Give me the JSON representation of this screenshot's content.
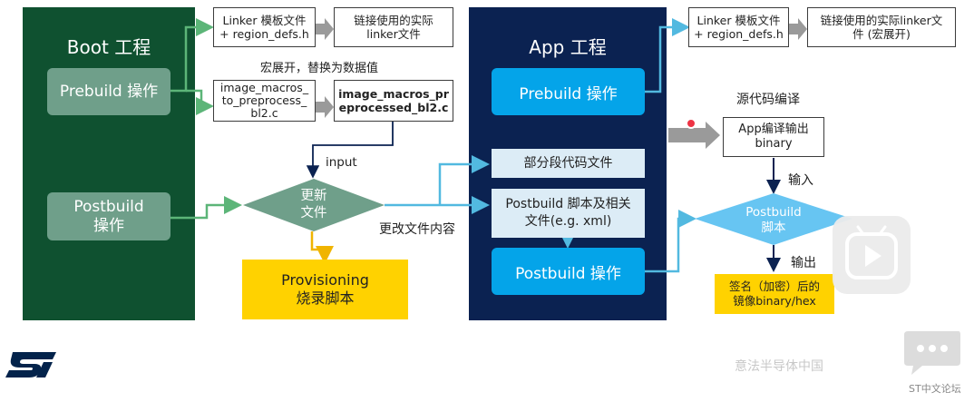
{
  "boot": {
    "title": "Boot 工程",
    "prebuild": "Prebuild 操作",
    "postbuild_line1": "Postbuild",
    "postbuild_line2": "操作"
  },
  "app": {
    "title": "App 工程",
    "prebuild": "Prebuild 操作",
    "postbuild": "Postbuild 操作"
  },
  "boot_linker": {
    "template_line1": "Linker 模板文件",
    "template_line2": "+ region_defs.h",
    "actual_line1": "链接使用的实际",
    "actual_line2": "linker文件"
  },
  "app_linker": {
    "template_line1": "Linker 模板文件",
    "template_line2": "+ region_defs.h",
    "actual_line1": "链接使用的实际linker文",
    "actual_line2": "件 (宏展开)"
  },
  "macro_note": "宏展开，替换为数据值",
  "image_macros": {
    "src_line1": "image_macros_",
    "src_line2": "to_preprocess_",
    "src_line3": "bl2.c",
    "out_line1": "image_macros_pr",
    "out_line2": "eprocessed_bl2.c"
  },
  "input_label": "input",
  "update_decision": {
    "line1": "更新",
    "line2": "文件"
  },
  "modify_label": "更改文件内容",
  "provisioning": {
    "line1": "Provisioning",
    "line2": "烧录脚本"
  },
  "partial_code": "部分段代码文件",
  "postbuild_files": {
    "line1": "Postbuild 脚本及相关",
    "line2": "文件(e.g. xml)"
  },
  "source_compile": "源代码编译",
  "app_output": {
    "line1": "App编译输出",
    "line2": "binary"
  },
  "input_cn": "输入",
  "postbuild_script": {
    "line1": "Postbuild",
    "line2": "脚本"
  },
  "output_cn": "输出",
  "signed_image": {
    "line1": "签名（加密）后的",
    "line2": "镜像binary/hex"
  },
  "watermark": "意法半导体中国",
  "forum": "ST中文论坛",
  "colors": {
    "boot_panel": "#0f5130",
    "app_panel": "#0b2251",
    "green_box": "#6f9f8a",
    "blue_box": "#04a4e9",
    "light_blue": "#dcecf6",
    "yellow": "#ffd200",
    "green_arrow": "#5cb578",
    "blue_arrow": "#52b9e0",
    "gray_arrow": "#9a9a9a"
  }
}
